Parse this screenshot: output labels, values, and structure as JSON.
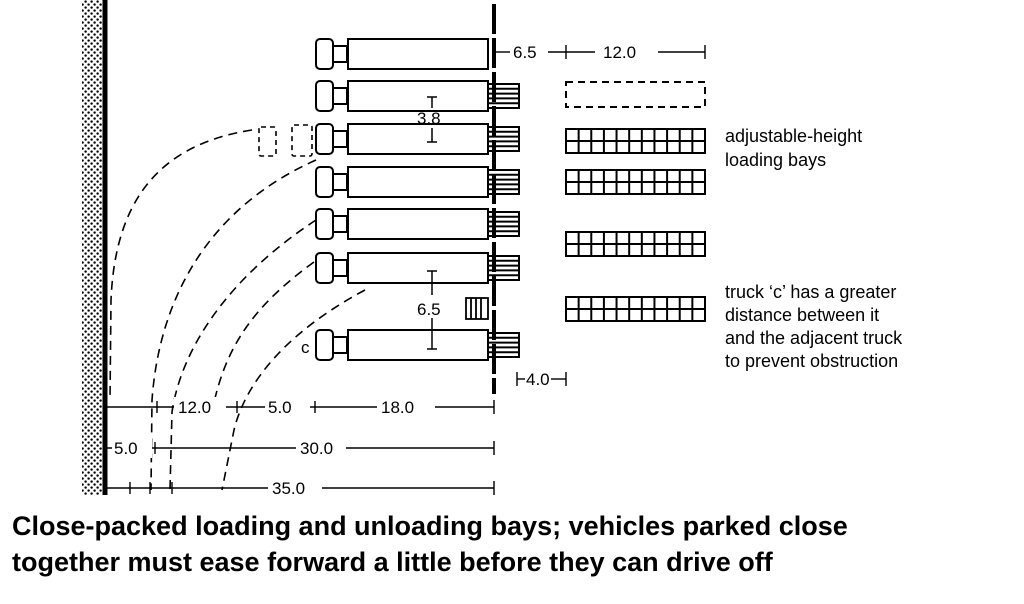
{
  "diagram": {
    "top_dims": {
      "a": "6.5",
      "b": "12.0"
    },
    "truck_gap": "3.8",
    "c_gap": "6.5",
    "c_label": "c",
    "bay_depth": "4.0",
    "bottom_dims": {
      "row1": [
        "12.0",
        "5.0",
        "18.0"
      ],
      "row2": [
        "5.0",
        "30.0"
      ],
      "row3": [
        "35.0"
      ]
    },
    "note_bays": [
      "adjustable-height",
      "loading bays"
    ],
    "note_truck_c": [
      "truck ‘c’ has a greater",
      "distance between it",
      "and the adjacent truck",
      "to prevent obstruction"
    ]
  },
  "caption": {
    "line1": "Close-packed loading and unloading bays; vehicles parked close",
    "line2": "together must ease forward a little before they can drive off"
  }
}
